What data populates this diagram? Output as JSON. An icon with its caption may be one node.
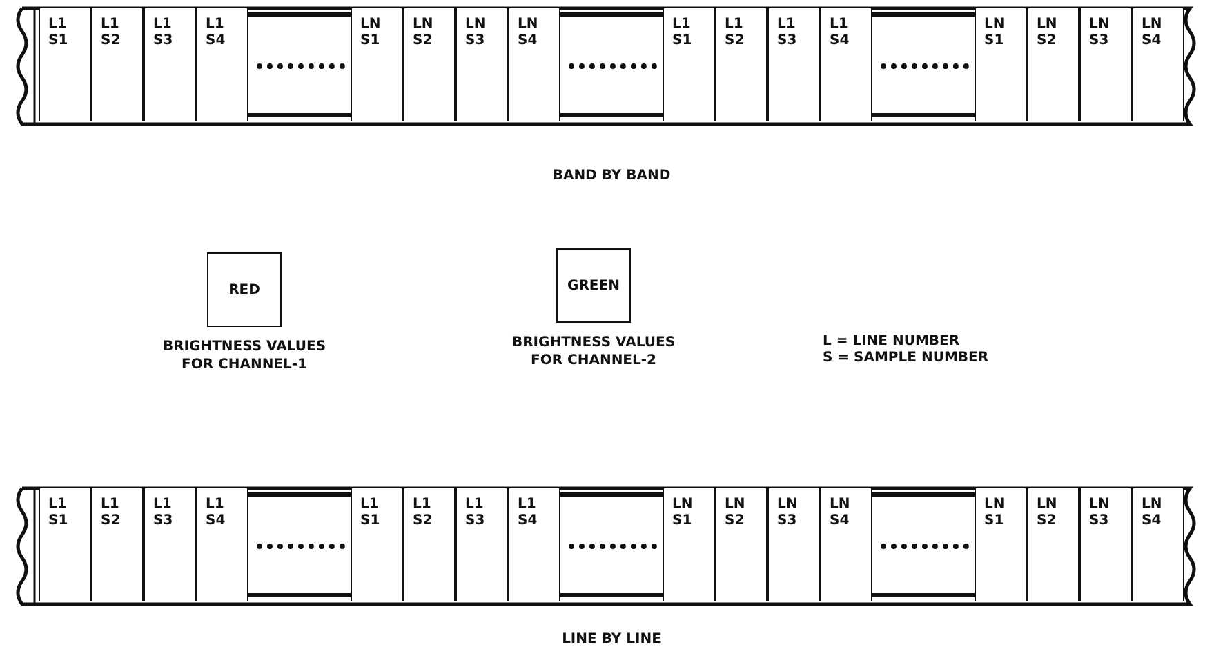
{
  "diagram": {
    "nodes": [
      {
        "text": [],
        "shape": "band"
      },
      {
        "text": [
          "L1 S1"
        ],
        "in": 0
      },
      {
        "text": [
          "L1 S2"
        ],
        "in": 0
      },
      {
        "text": [
          "L1 S3"
        ],
        "in": 0
      },
      {
        "text": [
          "L1 S4"
        ],
        "in": 0
      },
      {
        "text": [],
        "shape": "box",
        "in": 0
      },
      {
        "text": [
          "LN S1"
        ],
        "in": 0
      },
      {
        "text": [
          "LN S2"
        ],
        "in": 0
      },
      {
        "text": [
          "LN S3"
        ],
        "in": 0
      },
      {
        "text": [
          "LN S4"
        ],
        "in": 0
      },
      {
        "text": [],
        "shape": "box",
        "in": 0
      },
      {
        "text": [
          "L1 S1"
        ],
        "in": 0
      },
      {
        "text": [
          "L1 S2"
        ],
        "in": 0
      },
      {
        "text": [
          "L1 S3"
        ],
        "in": 0
      },
      {
        "text": [
          "L1 S4"
        ],
        "in": 0
      },
      {
        "text": [],
        "shape": "box",
        "in": 0
      },
      {
        "text": [
          "LN S1"
        ],
        "in": 0
      },
      {
        "text": [
          "LN S2"
        ],
        "in": 0
      },
      {
        "text": [
          "LN S3"
        ],
        "in": 0
      },
      {
        "text": [
          "LN S4"
        ],
        "in": 0
      },
      {
        "text": [
          "RED"
        ],
        "beside": [
          "BRIGHTNESS VALUES FOR CHANNEL-1"
        ]
      },
      {
        "text": [
          "GREEN"
        ],
        "beside": [
          "BRIGHTNESS VALUES FOR CHANNEL-2"
        ]
      },
      {
        "text": [],
        "shape": "band"
      },
      {
        "text": [
          "L1 S1"
        ],
        "in": 22
      },
      {
        "text": [
          "L1 S2"
        ],
        "in": 22
      },
      {
        "text": [
          "L1 S3"
        ],
        "in": 22
      },
      {
        "text": [
          "L1 S4"
        ],
        "in": 22
      },
      {
        "text": [],
        "shape": "box",
        "in": 22
      },
      {
        "text": [
          "L1 S1"
        ],
        "in": 22
      },
      {
        "text": [
          "L1 S2"
        ],
        "in": 22
      },
      {
        "text": [
          "L1 S3"
        ],
        "in": 22
      },
      {
        "text": [
          "L1 S4"
        ],
        "in": 22
      },
      {
        "text": [],
        "shape": "box",
        "in": 22
      },
      {
        "text": [
          "LN S1"
        ],
        "in": 22
      },
      {
        "text": [
          "LN S2"
        ],
        "in": 22
      },
      {
        "text": [
          "LN S3"
        ],
        "in": 22
      },
      {
        "text": [
          "LN S4"
        ],
        "in": 22
      },
      {
        "text": [],
        "shape": "box",
        "in": 22
      },
      {
        "text": [
          "LN S1"
        ],
        "in": 22
      },
      {
        "text": [
          "LN S2"
        ],
        "in": 22
      },
      {
        "text": [
          "LN S3"
        ],
        "in": 22
      },
      {
        "text": [
          "LN S4"
        ],
        "in": 22
      }
    ],
    "labels": [
      "BAND BY BAND",
      "L = LINE NUMBER",
      "S = SAMPLE NUMBER",
      "LINE BY LINE"
    ]
  }
}
